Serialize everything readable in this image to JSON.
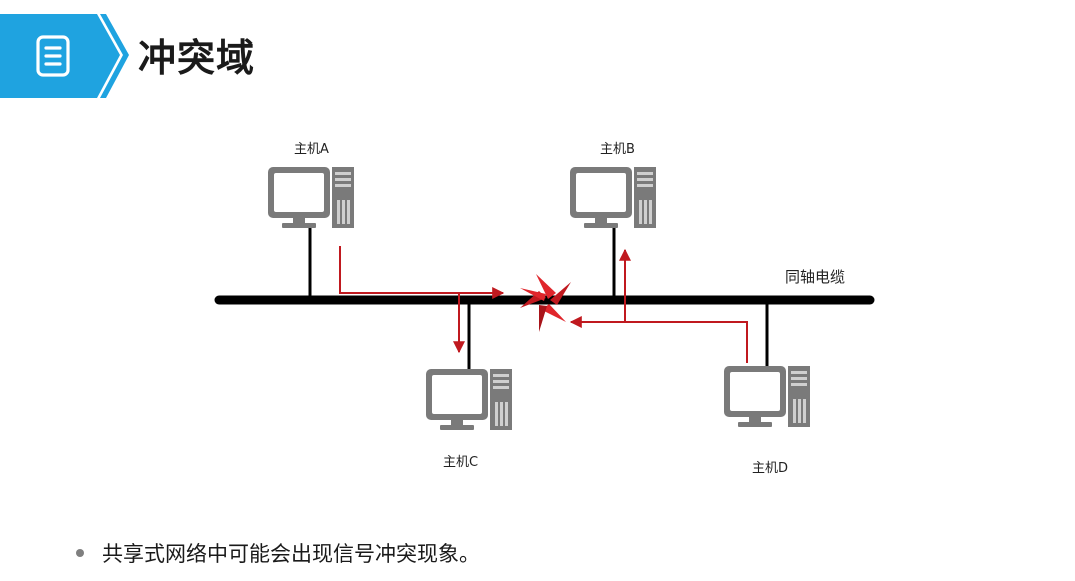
{
  "slide": {
    "title": "冲突域",
    "header_icon": "document-list-icon",
    "accent_color": "#1fa3e0"
  },
  "diagram": {
    "cable_label": "同轴电缆",
    "hosts": {
      "a": "主机A",
      "b": "主机B",
      "c": "主机C",
      "d": "主机D"
    },
    "signal_color": "#c0191f",
    "collision_icon": "collision-burst-icon",
    "computer_icon": "desktop-computer-icon"
  },
  "bullets": [
    "共享式网络中可能会出现信号冲突现象。"
  ]
}
